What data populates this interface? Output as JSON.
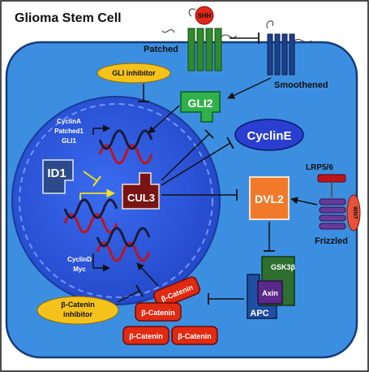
{
  "title": "Glioma Stem Cell",
  "labels": {
    "shh": "SHH",
    "patched": "Patched",
    "smoothened": "Smoothened",
    "gli_inhibitor": "GLI inhibitor",
    "gli2": "GLI2",
    "cycline": "CyclinE",
    "targets_top": [
      "CyclinA",
      "Patched1",
      "GLI1"
    ],
    "id1": "ID1",
    "cul3": "CUL3",
    "targets_bottom": [
      "CyclinD",
      "Myc"
    ],
    "lrp": "LRP5/6",
    "wnt": "WNT",
    "frizzled": "Frizzled",
    "dvl2": "DVL2",
    "gsk3b": "GSK3β",
    "axin": "Axin",
    "apc": "APC",
    "beta_catenin": "β-Catenin",
    "bcat_inhibitor": [
      "β-Catenin",
      "inhibitor"
    ]
  },
  "colors": {
    "cytoplasm": "#3c8fe0",
    "nucleus": "#2a5be0",
    "patched": "#2e8b2e",
    "smoothened": "#1f3f8a",
    "gli2": "#2fb24a",
    "cycline": "#2a3fd0",
    "id1": "#2c4a8a",
    "cul3": "#7a1414",
    "dvl2": "#f07a2a",
    "gsk3b": "#2e6e2e",
    "axin": "#5a2a8a",
    "apc": "#1f4fa0",
    "beta_catenin": "#e02a12",
    "inhibitor": "#f5c21c",
    "frizzled": "#6a3a9a",
    "lrp": "#c0141b",
    "wnt": "#e8523a"
  }
}
